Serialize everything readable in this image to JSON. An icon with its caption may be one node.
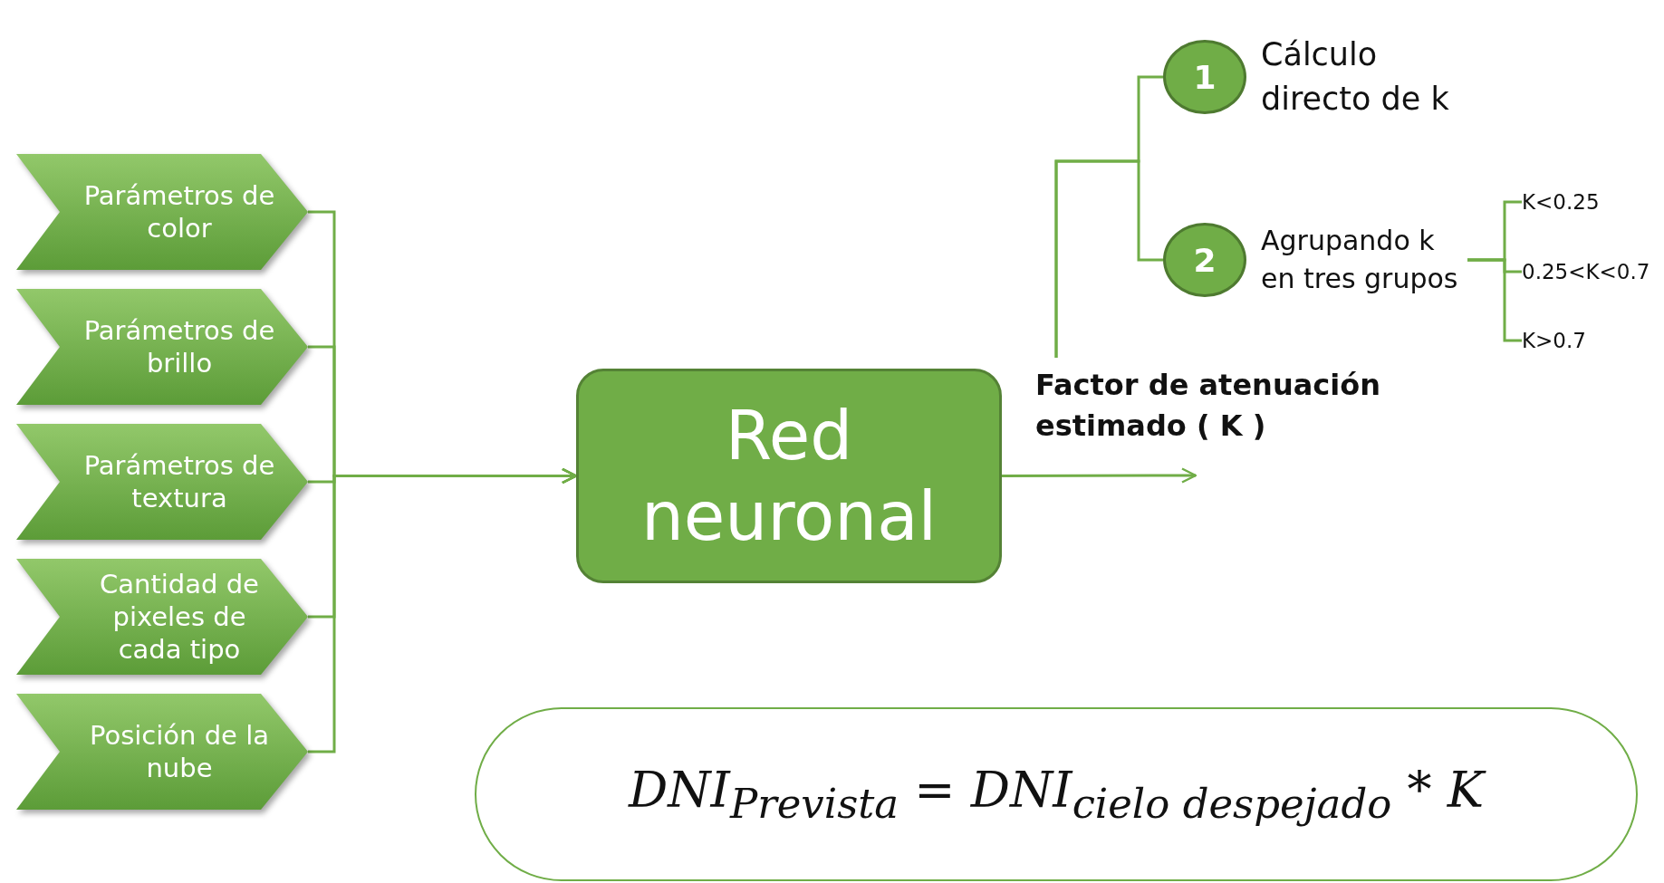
{
  "diagram": {
    "nodes": [
      {
        "text": [
          "Parámetros de color"
        ]
      },
      {
        "text": [
          "Parámetros de brillo"
        ]
      },
      {
        "text": [
          "Parámetros de textura"
        ]
      },
      {
        "text": [
          "Cantidad de pixeles de cada tipo"
        ]
      },
      {
        "text": [
          "Posición de la nube"
        ]
      },
      {
        "text": [
          "Red neuronal"
        ]
      },
      {
        "text": [
          "Factor de atenuación estimado ( K )"
        ]
      },
      {
        "text": [
          "1"
        ],
        "beside": [
          "Cálculo directo de k"
        ]
      },
      {
        "text": [
          "2"
        ],
        "beside": [
          "Agrupando k en tres grupos"
        ]
      },
      {
        "text": [
          "K<0.25"
        ]
      },
      {
        "text": [
          "0.25<K<0.7"
        ]
      },
      {
        "text": [
          "K>0.7"
        ]
      },
      {
        "text": [
          "DNI$_{Prevista}$ = DNI$_{cielo despejado}$ * K"
        ]
      }
    ],
    "edges": [
      {
        "from": 0,
        "to": 5,
        "arrow": "to"
      },
      {
        "from": 1,
        "to": 5,
        "arrow": "to"
      },
      {
        "from": 2,
        "to": 5,
        "arrow": "to"
      },
      {
        "from": 3,
        "to": 5,
        "arrow": "to"
      },
      {
        "from": 4,
        "to": 5,
        "arrow": "to"
      },
      {
        "from": 5,
        "to": 6,
        "arrow": "to"
      },
      {
        "from": 6,
        "to": 7,
        "arrow": "none"
      },
      {
        "from": 6,
        "to": 8,
        "arrow": "none"
      },
      {
        "from": 8,
        "to": 9,
        "arrow": "none"
      },
      {
        "from": 8,
        "to": 10,
        "arrow": "none"
      },
      {
        "from": 8,
        "to": 11,
        "arrow": "none"
      }
    ]
  }
}
